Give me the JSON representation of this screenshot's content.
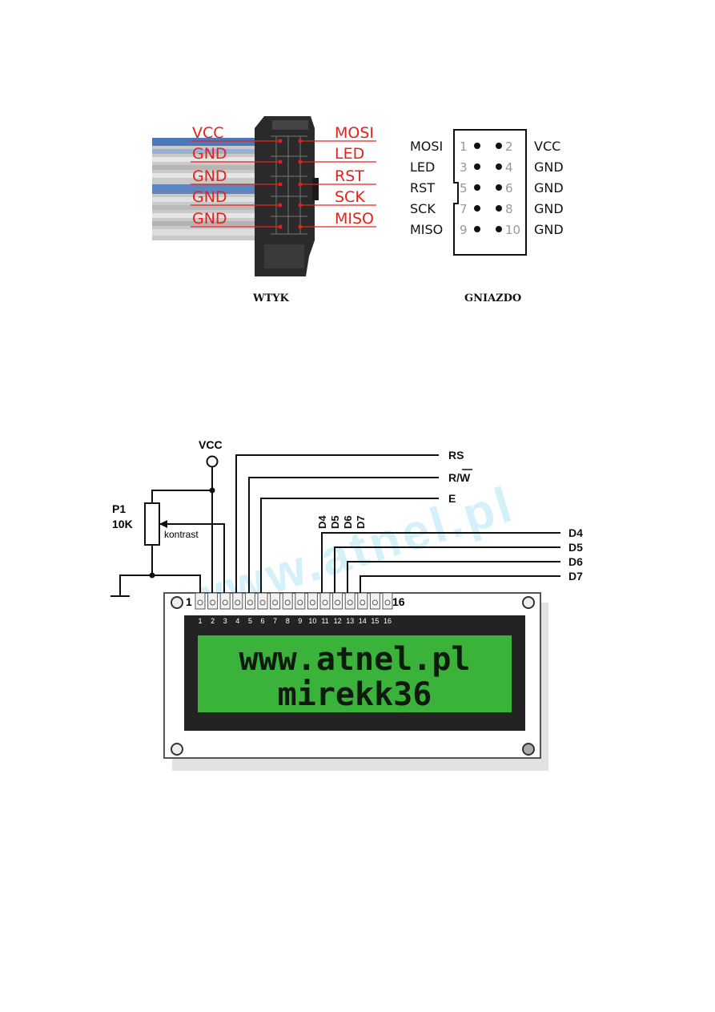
{
  "plug": {
    "caption": "WTYK",
    "left_labels": [
      "VCC",
      "GND",
      "GND",
      "GND",
      "GND"
    ],
    "right_labels": [
      "MOSI",
      "LED",
      "RST",
      "SCK",
      "MISO"
    ],
    "label_color": "#e8201a"
  },
  "socket": {
    "caption": "GNIAZDO",
    "left_labels": [
      "MOSI",
      "LED",
      "RST",
      "SCK",
      "MISO"
    ],
    "right_labels": [
      "VCC",
      "GND",
      "GND",
      "GND",
      "GND"
    ],
    "left_pins": [
      "1",
      "3",
      "5",
      "7",
      "9"
    ],
    "right_pins": [
      "2",
      "4",
      "6",
      "8",
      "10"
    ]
  },
  "schematic": {
    "vcc_label": "VCC",
    "pot_name": "P1",
    "pot_value": "10K",
    "pot_wiper_label": "kontrast",
    "signal_labels": [
      "RS",
      "R/W",
      "E"
    ],
    "data_vertical_labels": [
      "D4",
      "D5",
      "D6",
      "D7"
    ],
    "data_labels": [
      "D4",
      "D5",
      "D6",
      "D7"
    ],
    "pin_first": "1",
    "pin_last": "16",
    "pin_numbers": [
      "1",
      "2",
      "3",
      "4",
      "5",
      "6",
      "7",
      "8",
      "9",
      "10",
      "11",
      "12",
      "13",
      "14",
      "15",
      "16"
    ],
    "watermark": "www.atnel.pl"
  },
  "lcd": {
    "line1": "www.atnel.pl",
    "line2": "mirekk36",
    "screen_color": "#3bb33b",
    "text_color": "#0d1a0d"
  }
}
